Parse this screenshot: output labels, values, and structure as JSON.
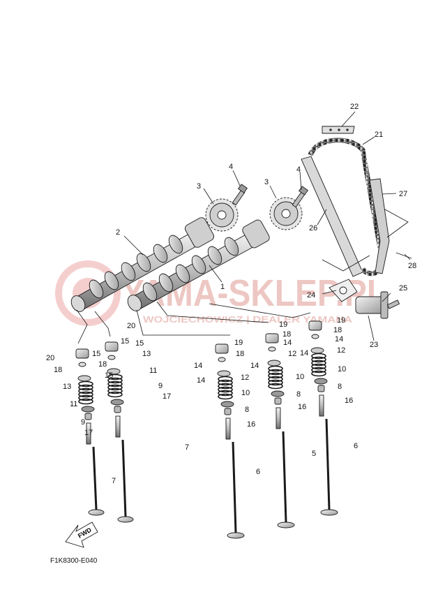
{
  "diagram_code": "F1K8300-E040",
  "fwd_label": "FWD",
  "watermark": {
    "main": "YAMA-SKLEP.PL",
    "sub": "WOJCIECHOWICZ | DEALER YAMAHA"
  },
  "callouts": {
    "c1": "1",
    "c2": "2",
    "c3a": "3",
    "c3b": "3",
    "c4a": "4",
    "c4b": "4",
    "c5": "5",
    "c6a": "6",
    "c6b": "6",
    "c7a": "7",
    "c7b": "7",
    "c8a": "8",
    "c8b": "8",
    "c8c": "8",
    "c9a": "9",
    "c9b": "9",
    "c10a": "10",
    "c10b": "10",
    "c10c": "10",
    "c11a": "11",
    "c11b": "11",
    "c12a": "12",
    "c12b": "12",
    "c12c": "12",
    "c13a": "13",
    "c13b": "13",
    "c14a": "14",
    "c14b": "14",
    "c14c": "14",
    "c14d": "14",
    "c14e": "14",
    "c14f": "14",
    "c15a": "15",
    "c15b": "15",
    "c15c": "15",
    "c15d": "15",
    "c16a": "16",
    "c16b": "16",
    "c16c": "16",
    "c17a": "17",
    "c17b": "17",
    "c18a": "18",
    "c18b": "18",
    "c18c": "18",
    "c18d": "18",
    "c18e": "18",
    "c19a": "19",
    "c19b": "19",
    "c19c": "19",
    "c20a": "20",
    "c20b": "20",
    "c21": "21",
    "c22": "22",
    "c23": "23",
    "c24": "24",
    "c25": "25",
    "c26": "26",
    "c27": "27",
    "c28": "28"
  }
}
